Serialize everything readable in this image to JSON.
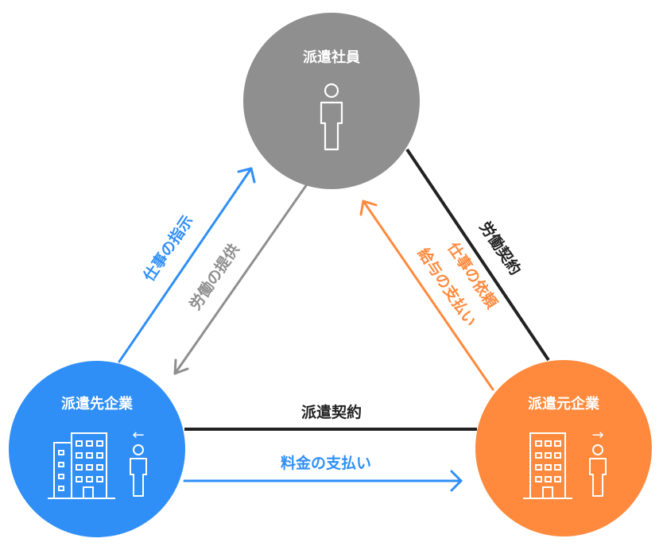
{
  "nodes": {
    "employee": {
      "label": "派遣社員",
      "icon": "person-icon",
      "color": "#8f8f8f"
    },
    "client": {
      "label": "派遣先企業",
      "icon": "building-person-icon",
      "arrow": "←",
      "color": "#2f8ff7"
    },
    "agency": {
      "label": "派遣元企業",
      "icon": "building-person-icon",
      "arrow": "→",
      "color": "#ff8a3d"
    }
  },
  "edges": {
    "labor_contract": {
      "label": "労働契約",
      "color": "#222222"
    },
    "dispatch_contract": {
      "label": "派遣契約",
      "color": "#222222"
    },
    "fee_payment": {
      "label": "料金の支払い",
      "color": "#2f8ff7"
    },
    "work_instruction": {
      "label": "仕事の指示",
      "color": "#2f8ff7"
    },
    "labor_provision": {
      "label": "労働の提供",
      "color": "#8f8f8f"
    },
    "work_request": {
      "label": "仕事の依頼",
      "color": "#ff8a3d"
    },
    "salary_payment": {
      "label": "給与の支払い",
      "color": "#ff8a3d"
    }
  }
}
